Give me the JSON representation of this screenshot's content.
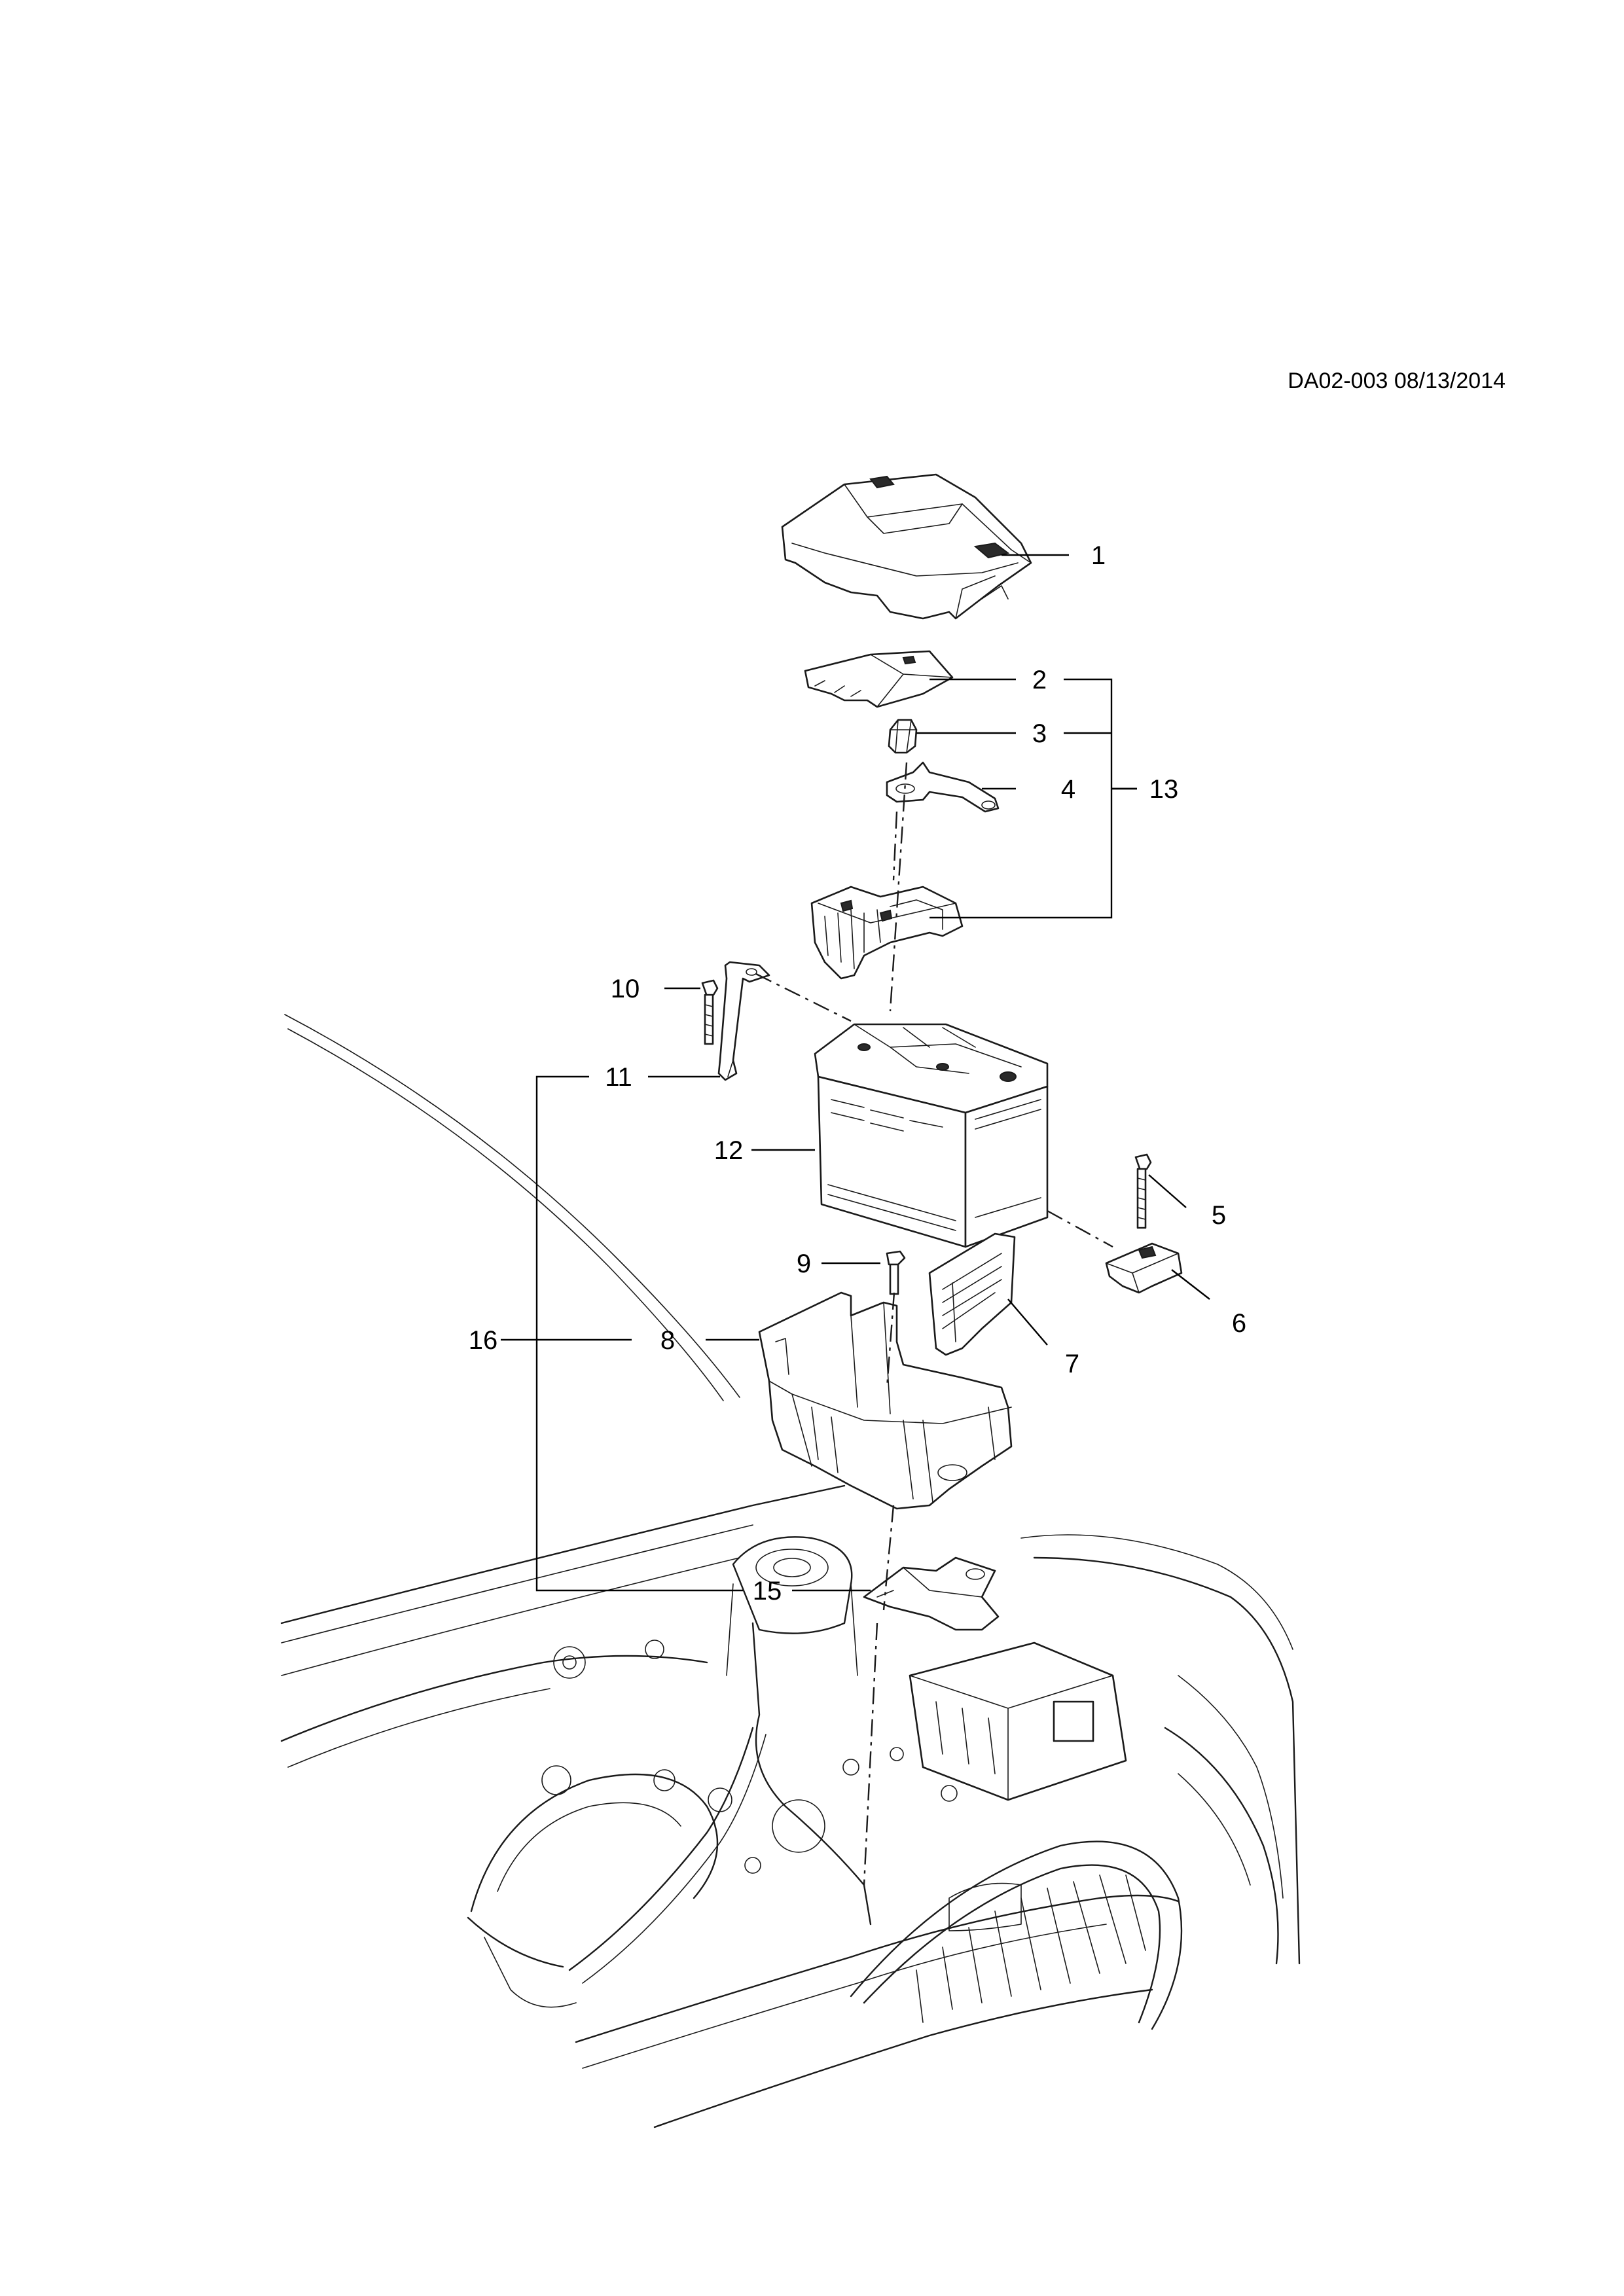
{
  "header": {
    "drawing_ref": "DA02-003 08/13/2014"
  },
  "callouts": {
    "c1": "1",
    "c2": "2",
    "c3": "3",
    "c4": "4",
    "c5": "5",
    "c6": "6",
    "c7": "7",
    "c8": "8",
    "c9": "9",
    "c10": "10",
    "c11": "11",
    "c12": "12",
    "c13": "13",
    "c15": "15",
    "c16": "16"
  },
  "parts": {
    "p1": "battery-cover",
    "p2": "terminal-cover",
    "p3": "terminal-nut",
    "p4": "positive-cable-strap",
    "p5": "hold-down-bolt",
    "p6": "hold-down-clamp",
    "p7": "heat-shield",
    "p8": "battery-tray",
    "p9": "tray-bolt",
    "p10": "bracket-bolt",
    "p11": "hold-down-bracket",
    "p12": "battery",
    "p13": "fuse-block-assembly",
    "p15": "tray-support",
    "p16": "tray-assembly"
  }
}
